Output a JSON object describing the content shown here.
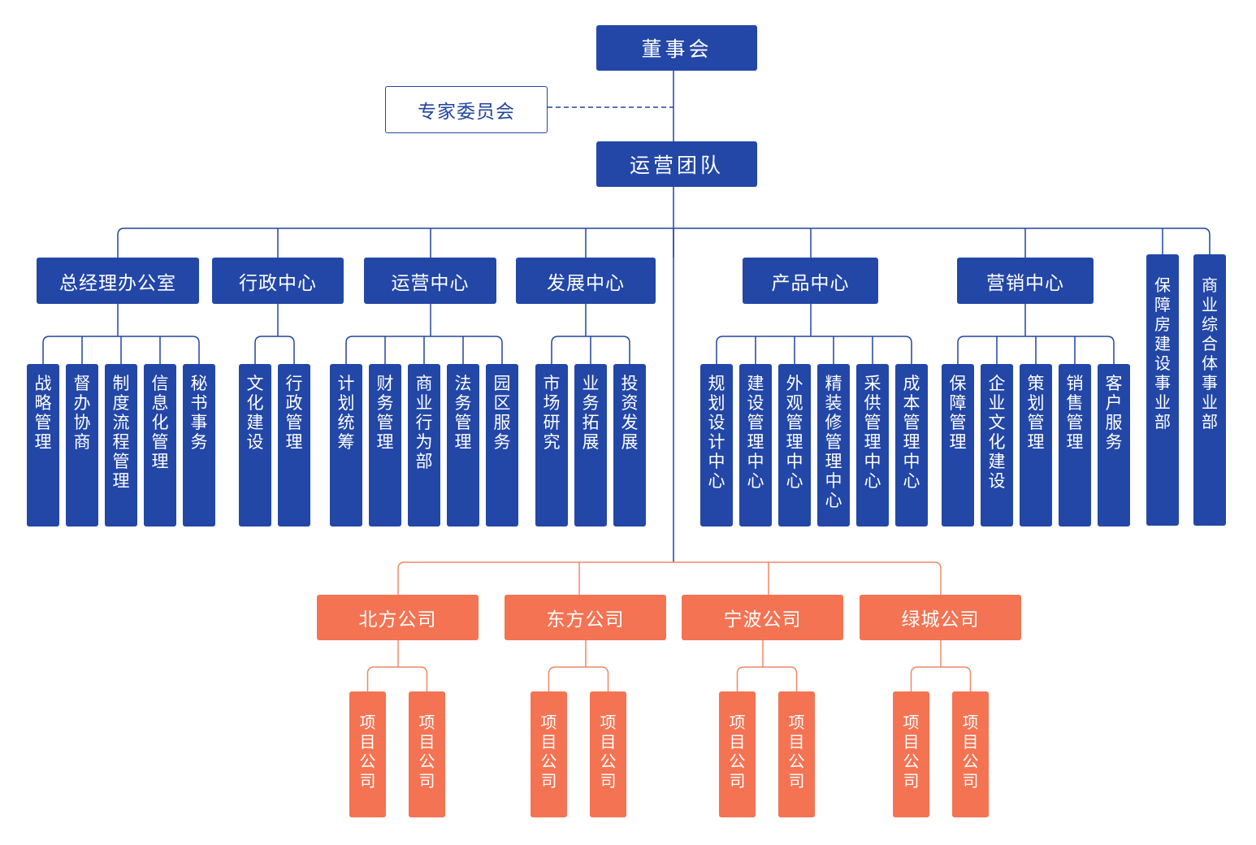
{
  "colors": {
    "blue": "#2347a7",
    "orange": "#f47353",
    "line_blue": "#22459d",
    "line_orange": "#f08866"
  },
  "board": {
    "label": "董事会"
  },
  "expert": {
    "label": "专家委员会"
  },
  "ops_team": {
    "label": "运营团队"
  },
  "centers": [
    {
      "label": "总经理办公室",
      "subs": [
        "战略管理",
        "督办协商",
        "制度流程管理",
        "信息化管理",
        "秘书事务"
      ]
    },
    {
      "label": "行政中心",
      "subs": [
        "文化建设",
        "行政管理"
      ]
    },
    {
      "label": "运营中心",
      "subs": [
        "计划统筹",
        "财务管理",
        "商业行为部",
        "法务管理",
        "园区服务"
      ]
    },
    {
      "label": "发展中心",
      "subs": [
        "市场研究",
        "业务拓展",
        "投资发展"
      ]
    },
    {
      "label": "产品中心",
      "subs": [
        "规划设计中心",
        "建设管理中心",
        "外观管理中心",
        "精装修管理中心",
        "采供管理中心",
        "成本管理中心"
      ]
    },
    {
      "label": "营销中心",
      "subs": [
        "保障管理",
        "企业文化建设",
        "策划管理",
        "销售管理",
        "客户服务"
      ]
    }
  ],
  "divisions": [
    "保障房建设事业部",
    "商业综合体事业部"
  ],
  "companies": [
    {
      "label": "北方公司",
      "projects": [
        "项目公司",
        "项目公司"
      ]
    },
    {
      "label": "东方公司",
      "projects": [
        "项目公司",
        "项目公司"
      ]
    },
    {
      "label": "宁波公司",
      "projects": [
        "项目公司",
        "项目公司"
      ]
    },
    {
      "label": "绿城公司",
      "projects": [
        "项目公司",
        "项目公司"
      ]
    }
  ]
}
